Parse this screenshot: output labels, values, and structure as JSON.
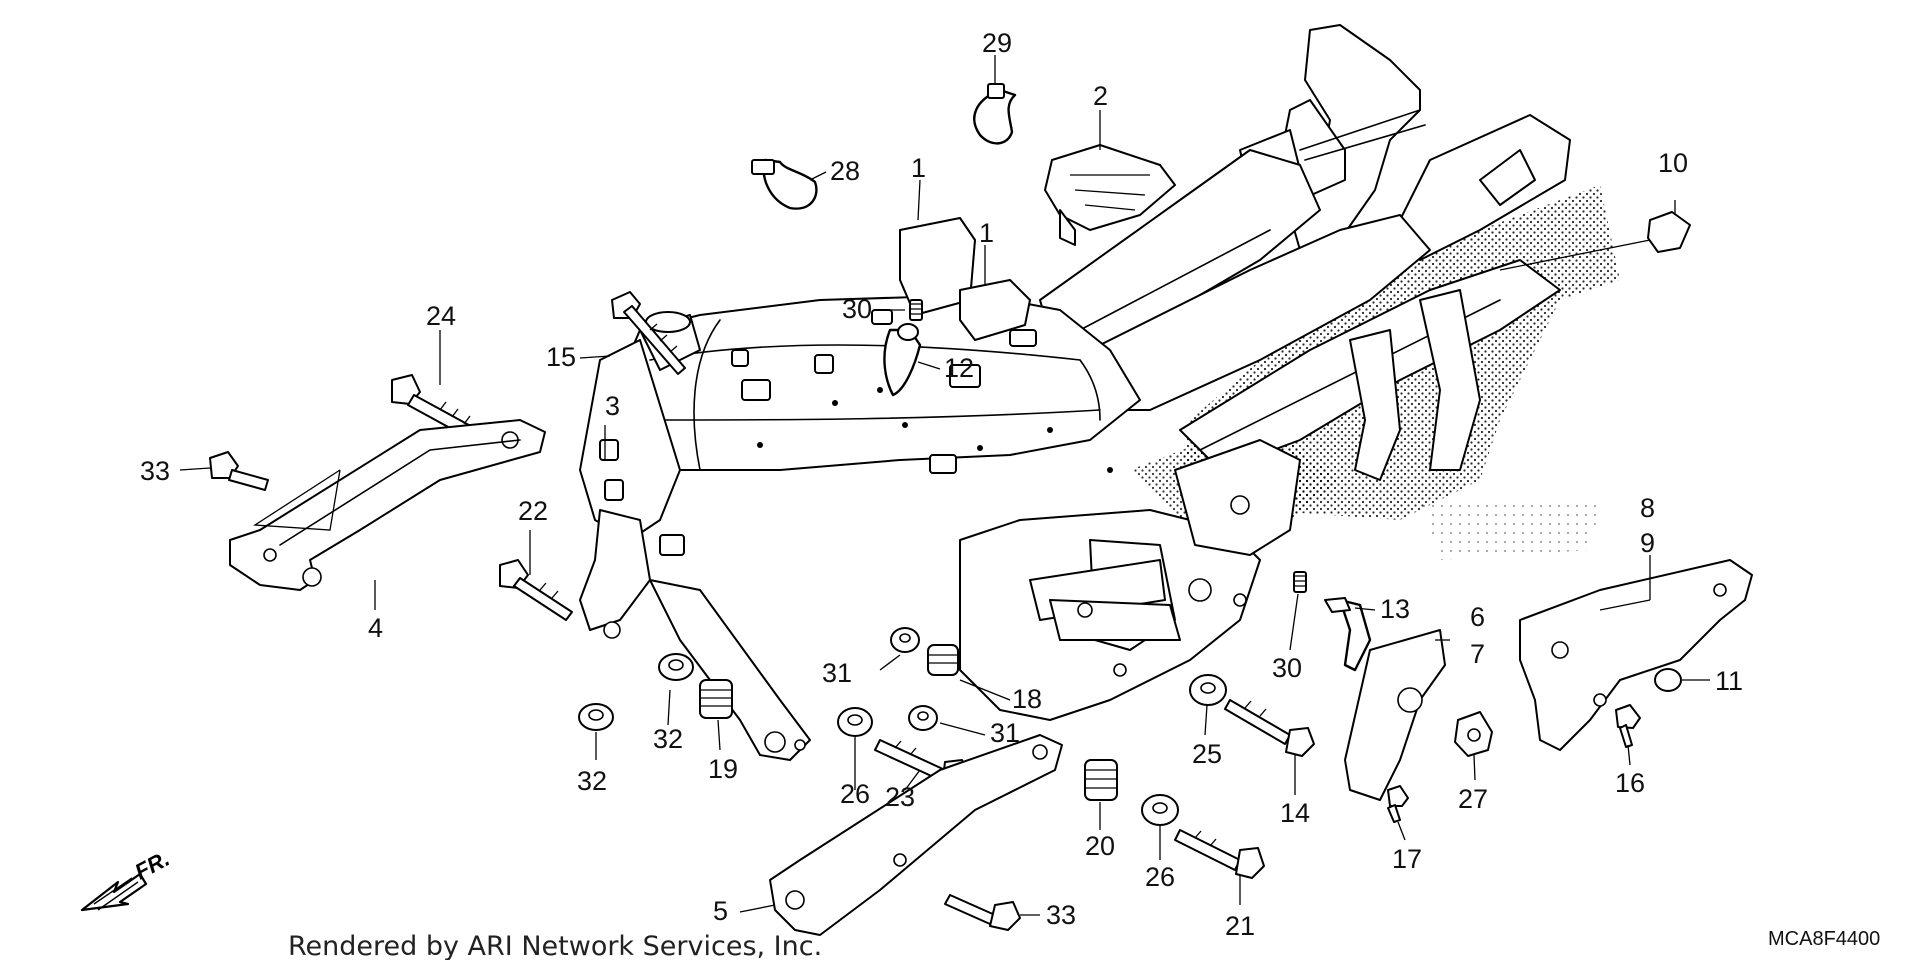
{
  "diagram": {
    "callouts": {
      "c1a": "1",
      "c1b": "1",
      "c2": "2",
      "c3": "3",
      "c4": "4",
      "c5": "5",
      "c6": "6",
      "c7": "7",
      "c8": "8",
      "c9": "9",
      "c10": "10",
      "c11": "11",
      "c12": "12",
      "c13": "13",
      "c14": "14",
      "c15": "15",
      "c16": "16",
      "c17": "17",
      "c18": "18",
      "c19": "19",
      "c20": "20",
      "c21": "21",
      "c22": "22",
      "c23": "23",
      "c24": "24",
      "c25": "25",
      "c26a": "26",
      "c26b": "26",
      "c27": "27",
      "c28": "28",
      "c29": "29",
      "c30a": "30",
      "c30b": "30",
      "c31a": "31",
      "c31b": "31",
      "c32a": "32",
      "c32b": "32",
      "c33a": "33",
      "c33b": "33"
    },
    "direction_label": "FR.",
    "footer_credit": "Rendered by ARI Network Services, Inc.",
    "diagram_code": "MCA8F4400"
  }
}
